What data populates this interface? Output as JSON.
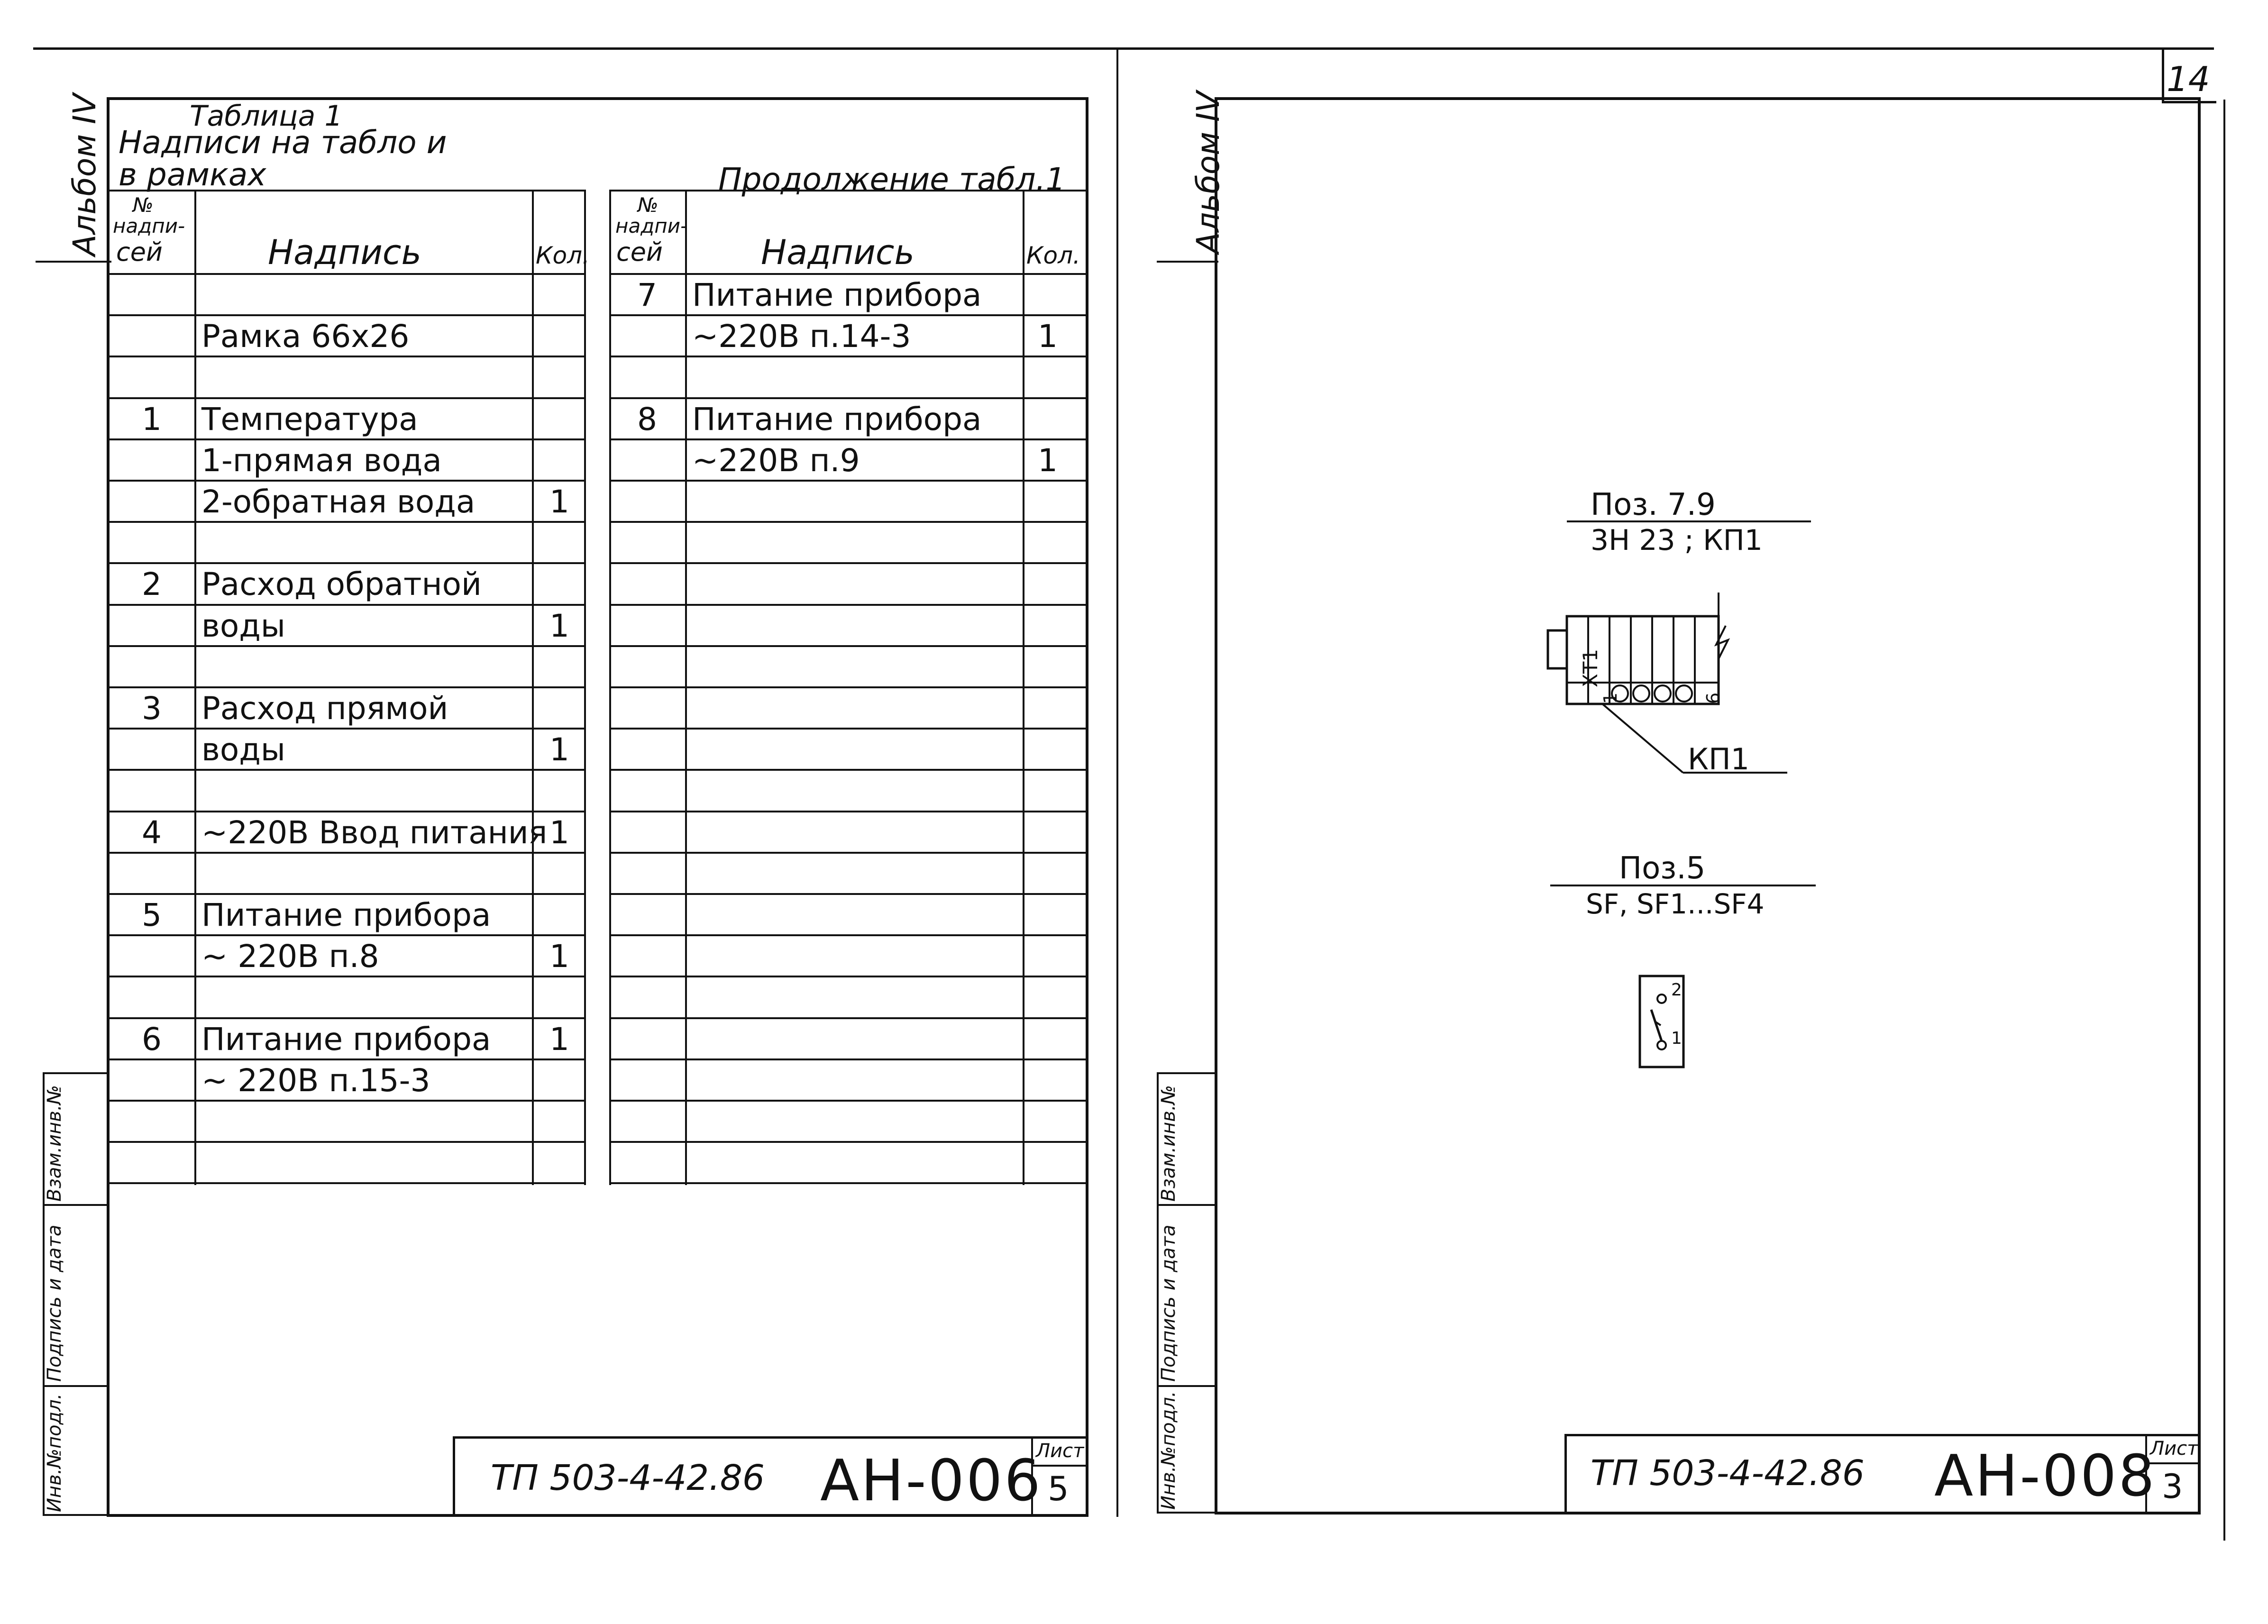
{
  "page_number": "14",
  "left": {
    "album_label": "Альбом IV",
    "title_line1": "Таблица 1",
    "title_line2": "Надписи на табло и",
    "title_line3": "в рамках",
    "continuation": "Продолжение табл.1",
    "headers": {
      "num": "№ надпи-сей",
      "num_l1": "№",
      "num_l2": "надпи-",
      "num_l3": "сей",
      "text": "Надпись",
      "qty": "Кол."
    },
    "table1_rows": [
      {
        "num": "",
        "text": "",
        "qty": ""
      },
      {
        "num": "",
        "text": "Рамка 66х26",
        "qty": ""
      },
      {
        "num": "",
        "text": "",
        "qty": ""
      },
      {
        "num": "1",
        "text": "Температура",
        "qty": ""
      },
      {
        "num": "",
        "text": "1-прямая вода",
        "qty": ""
      },
      {
        "num": "",
        "text": "2-обратная вода",
        "qty": "1"
      },
      {
        "num": "",
        "text": "",
        "qty": ""
      },
      {
        "num": "2",
        "text": "Расход обратной",
        "qty": ""
      },
      {
        "num": "",
        "text": "воды",
        "qty": "1"
      },
      {
        "num": "",
        "text": "",
        "qty": ""
      },
      {
        "num": "3",
        "text": "Расход прямой",
        "qty": ""
      },
      {
        "num": "",
        "text": "воды",
        "qty": "1"
      },
      {
        "num": "",
        "text": "",
        "qty": ""
      },
      {
        "num": "4",
        "text": "~220В Ввод питания",
        "qty": "1"
      },
      {
        "num": "",
        "text": "",
        "qty": ""
      },
      {
        "num": "5",
        "text": "Питание прибора",
        "qty": ""
      },
      {
        "num": "",
        "text": "~ 220В п.8",
        "qty": "1"
      },
      {
        "num": "",
        "text": "",
        "qty": ""
      },
      {
        "num": "6",
        "text": "Питание прибора",
        "qty": "1"
      },
      {
        "num": "",
        "text": "~ 220В п.15-3",
        "qty": ""
      },
      {
        "num": "",
        "text": "",
        "qty": ""
      },
      {
        "num": "",
        "text": "",
        "qty": ""
      }
    ],
    "table2_rows": [
      {
        "num": "7",
        "text": "Питание прибора",
        "qty": ""
      },
      {
        "num": "",
        "text": "~220В п.14-3",
        "qty": "1"
      },
      {
        "num": "",
        "text": "",
        "qty": ""
      },
      {
        "num": "8",
        "text": "Питание прибора",
        "qty": ""
      },
      {
        "num": "",
        "text": "~220В п.9",
        "qty": "1"
      }
    ],
    "side_labels": [
      "Инв.№подл.",
      "Подпись и дата",
      "Взам.инв.№"
    ],
    "stamp_code": "ТП 503-4-42.86",
    "stamp_doc": "АН-006",
    "stamp_sheet_label": "Лист",
    "stamp_sheet_num": "5"
  },
  "right": {
    "album_label": "Альбом IV",
    "pos1_top": "Поз. 7.9",
    "pos1_bottom": "3Н 23 ; КП1",
    "terminal_label": "ХТ1",
    "terminal_first": "1",
    "terminal_last": "6",
    "terminal_callout": "КП1",
    "pos2_top": "Поз.5",
    "pos2_bottom": "SF, SF1...SF4",
    "switch_top": "2",
    "switch_bottom": "1",
    "side_labels": [
      "Инв.№подл.",
      "Подпись и дата",
      "Взам.инв.№"
    ],
    "stamp_code": "ТП 503-4-42.86",
    "stamp_doc": "АН-008",
    "stamp_sheet_label": "Лист",
    "stamp_sheet_num": "3"
  }
}
